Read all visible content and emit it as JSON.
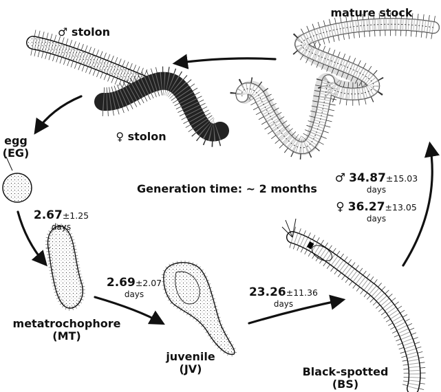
{
  "stages": {
    "mature_stock": "mature stock",
    "male_stolon": "♂ stolon",
    "female_stolon": "♀ stolon",
    "egg": "egg",
    "egg_abbr": "(EG)",
    "metatrochophore": "metatrochophore",
    "metatrochophore_abbr": "(MT)",
    "juvenile": "juvenile",
    "juvenile_abbr": "(JV)",
    "black_spotted": "Black-spotted",
    "black_spotted_abbr": "(BS)"
  },
  "center_text": "Generation time: ~ 2 months",
  "durations": {
    "eg_mt": {
      "mean": "2.67",
      "sd": "±1.25",
      "unit": "days"
    },
    "mt_jv": {
      "mean": "2.69",
      "sd": "±2.07",
      "unit": "days"
    },
    "jv_bs": {
      "mean": "23.26",
      "sd": "±11.36",
      "unit": "days"
    },
    "bs_male": {
      "symbol": "♂",
      "mean": "34.87",
      "sd": "±15.03",
      "unit": "days"
    },
    "bs_female": {
      "symbol": "♀",
      "mean": "36.27",
      "sd": "±13.05",
      "unit": "days"
    }
  },
  "colors": {
    "ink": "#111111",
    "paper": "#ffffff",
    "female_stolon_fill": "#2a2a2a"
  }
}
